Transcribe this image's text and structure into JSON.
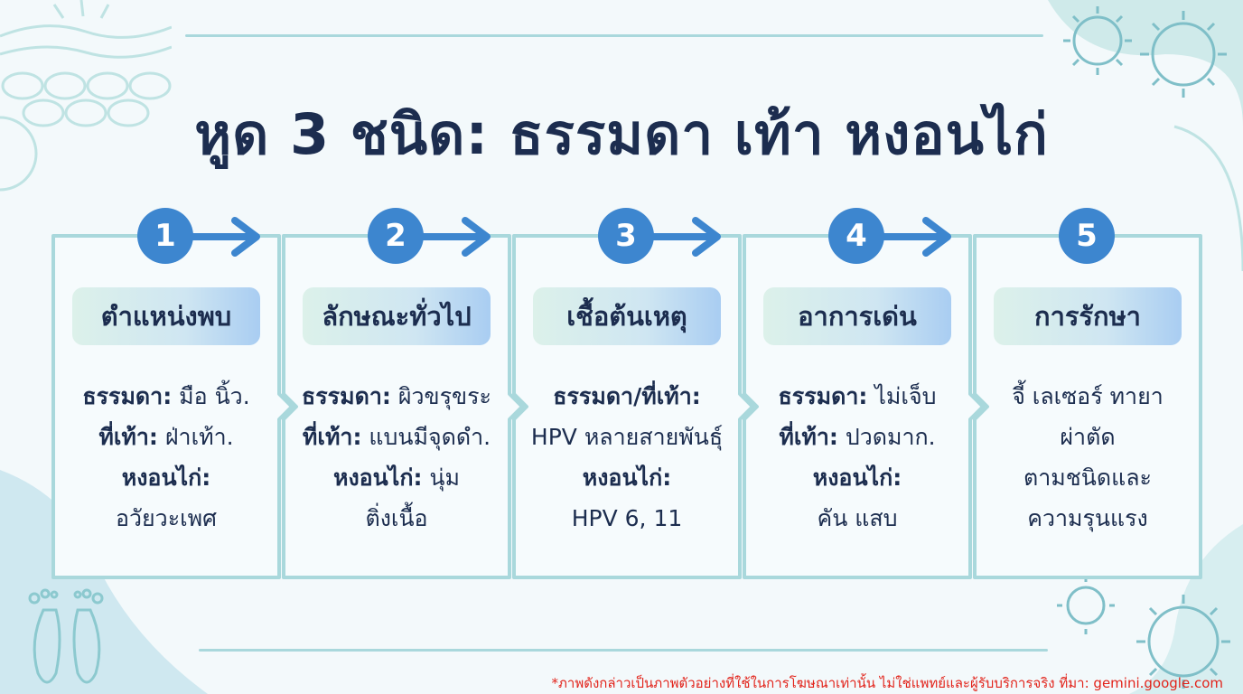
{
  "title": "หูด 3 ชนิด: ธรรมดา เท้า หงอนไก่",
  "colors": {
    "accent": "#3d86cf",
    "card_border": "#a9d8dc",
    "title": "#1c2d4f",
    "footnote": "#e2231a"
  },
  "steps": [
    {
      "number": "1",
      "heading": "ตำแหน่งพบ",
      "lines": [
        {
          "label": "ธรรมดา:",
          "text": " มือ นิ้ว."
        },
        {
          "label": "ที่เท้า:",
          "text": " ฝ่าเท้า."
        },
        {
          "label": "หงอนไก่:",
          "text": ""
        },
        {
          "label": "",
          "text": "อวัยวะเพศ"
        }
      ]
    },
    {
      "number": "2",
      "heading": "ลักษณะทั่วไป",
      "lines": [
        {
          "label": "ธรรมดา:",
          "text": " ผิวขรุขระ"
        },
        {
          "label": "ที่เท้า:",
          "text": " แบนมีจุดดำ."
        },
        {
          "label": "หงอนไก่:",
          "text": " นุ่ม"
        },
        {
          "label": "",
          "text": "ติ่งเนื้อ"
        }
      ]
    },
    {
      "number": "3",
      "heading": "เชื้อต้นเหตุ",
      "lines": [
        {
          "label": "ธรรมดา/ที่เท้า:",
          "text": ""
        },
        {
          "label": "",
          "text": "HPV หลายสายพันธุ์"
        },
        {
          "label": "หงอนไก่:",
          "text": ""
        },
        {
          "label": "",
          "text": "HPV 6, 11"
        }
      ]
    },
    {
      "number": "4",
      "heading": "อาการเด่น",
      "lines": [
        {
          "label": "ธรรมดา:",
          "text": " ไม่เจ็บ"
        },
        {
          "label": "ที่เท้า:",
          "text": " ปวดมาก."
        },
        {
          "label": "หงอนไก่:",
          "text": ""
        },
        {
          "label": "",
          "text": "คัน แสบ"
        }
      ]
    },
    {
      "number": "5",
      "heading": "การรักษา",
      "lines": [
        {
          "label": "",
          "text": "จี้ เลเซอร์ ทายา"
        },
        {
          "label": "",
          "text": "ผ่าตัด"
        },
        {
          "label": "",
          "text": "ตามชนิดและ"
        },
        {
          "label": "",
          "text": "ความรุนแรง"
        }
      ]
    }
  ],
  "footnote": "*ภาพดังกล่าวเป็นภาพตัวอย่างที่ใช้ในการโฆษณาเท่านั้น ไม่ใช่แพทย์และผู้รับบริการจริง ที่มา: gemini.google.com",
  "decor_icons": [
    "skin-layer-icon",
    "virus-icon",
    "footprint-icon"
  ]
}
